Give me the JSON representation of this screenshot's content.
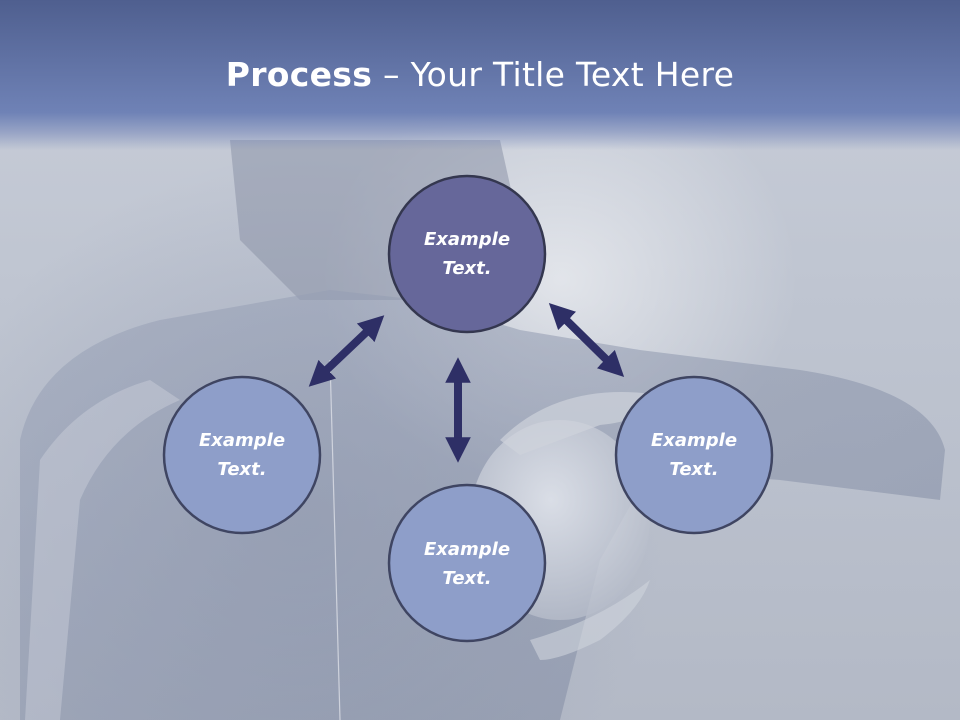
{
  "title": {
    "strong": "Process",
    "separator": " – ",
    "rest": "Your Title Text Here"
  },
  "nodes": [
    {
      "id": "top",
      "line1": "Example",
      "line2": "Text."
    },
    {
      "id": "left",
      "line1": "Example",
      "line2": "Text."
    },
    {
      "id": "bottom",
      "line1": "Example",
      "line2": "Text."
    },
    {
      "id": "right",
      "line1": "Example",
      "line2": "Text."
    }
  ],
  "colors": {
    "title_band": "#6f82b6",
    "node_top_fill": "#66679a",
    "node_fill": "#8e9ec9",
    "node_stroke": "#3b3f5f",
    "arrow": "#2e2f66"
  }
}
